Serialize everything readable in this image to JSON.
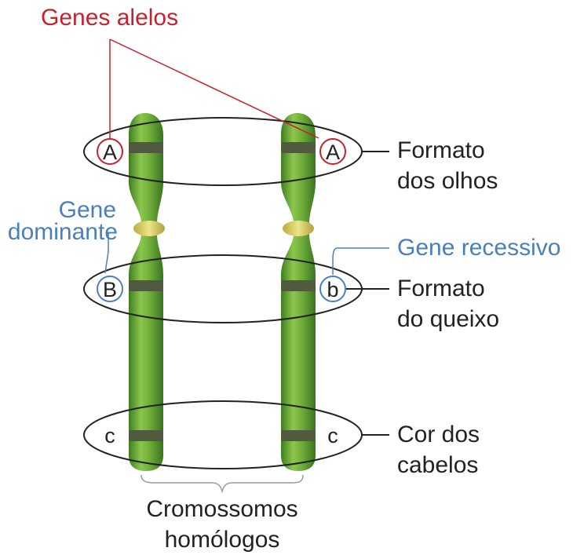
{
  "labels": {
    "genes_alelos": "Genes alelos",
    "gene_dominante_line1": "Gene",
    "gene_dominante_line2": "dominante",
    "gene_recessivo": "Gene recessivo",
    "formato_olhos_line1": "Formato",
    "formato_olhos_line2": "dos olhos",
    "formato_queixo_line1": "Formato",
    "formato_queixo_line2": "do queixo",
    "cor_cabelos_line1": "Cor dos",
    "cor_cabelos_line2": "cabelos",
    "cromossomos_line1": "Cromossomos",
    "cromossomos_line2": "homólogos"
  },
  "alleles": {
    "left_top": "A",
    "right_top": "A",
    "left_mid": "B",
    "right_mid": "b",
    "left_bottom": "c",
    "right_bottom": "c"
  },
  "colors": {
    "allele_highlight": "#c8202d",
    "dominant_recessive": "#4a7fbf",
    "chromosome": "#6fae3a",
    "centromere": "#d9cf63",
    "band": "#4f5a3f"
  }
}
